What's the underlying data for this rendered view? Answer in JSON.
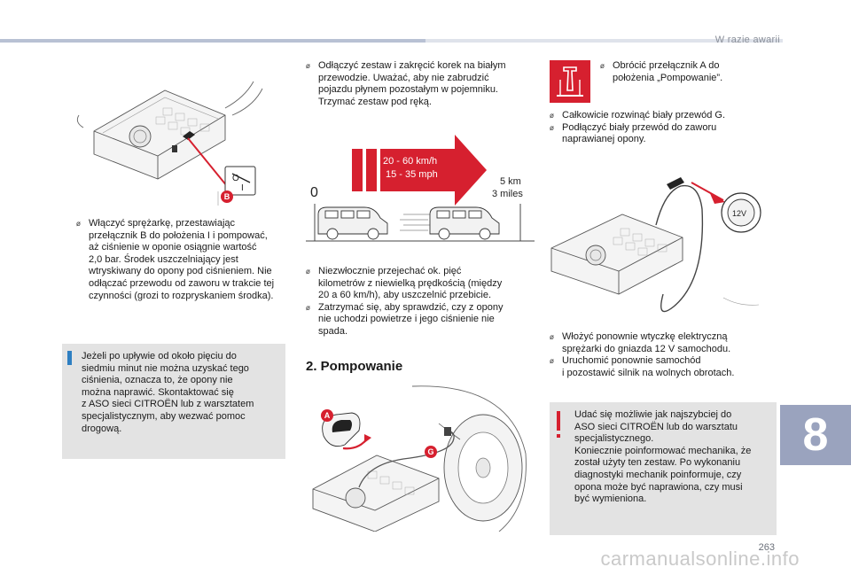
{
  "header": {
    "title": "W razie awarii"
  },
  "chapter": {
    "number": "8"
  },
  "page": {
    "number": "263"
  },
  "watermark": {
    "text": "carmanualsonline.info"
  },
  "col1": {
    "step_compressor": [
      "Włączyć sprężarkę, przestawiając",
      "przełącznik B do położenia I i pompować,",
      "aż ciśnienie w oponie osiągnie wartość",
      "2,0 bar. Środek uszczelniający jest",
      "wtryskiwany do opony pod ciśnieniem. Nie",
      "odłączać przewodu od zaworu w trakcie tej",
      "czynności (grozi to rozpryskaniem środka)."
    ],
    "info_note": [
      "Jeżeli po upływie od około pięciu do",
      "siedmiu minut nie można uzyskać tego",
      "ciśnienia, oznacza to, że opony nie",
      "można naprawić. Skontaktować się",
      "z ASO sieci CITROËN lub z warsztatem",
      "specjalistycznym, aby wezwać pomoc",
      "drogową."
    ],
    "callout_B": "B"
  },
  "col2": {
    "step_disconnect": [
      "Odłączyć zestaw i zakręcić korek na białym",
      "przewodzie. Uważać, aby nie zabrudzić",
      "pojazdu płynem pozostałym w pojemniku.",
      "Trzymać zestaw pod ręką."
    ],
    "speed_kmh": "20 - 60 km/h",
    "speed_mph": "15 - 35 mph",
    "zero": "0",
    "dist_km": "5 km",
    "dist_miles": "3 miles",
    "step_drive": [
      "Niezwłocznie przejechać ok. pięć",
      "kilometrów z niewielką prędkością (między",
      "20 a 60 km/h), aby uszczelnić przebicie."
    ],
    "step_stop": [
      "Zatrzymać się, aby sprawdzić, czy z opony",
      "nie uchodzi powietrze i jego ciśnienie nie",
      "spada."
    ],
    "section_title": "2. Pompowanie",
    "callout_A": "A",
    "callout_G": "G"
  },
  "col3": {
    "step_rotate": [
      "Obrócić przełącznik A do",
      "położenia „Pompowanie”."
    ],
    "step_unroll": [
      "Całkowicie rozwinąć biały przewód G."
    ],
    "step_connect": [
      "Podłączyć biały przewód do zaworu",
      "naprawianej opony."
    ],
    "socket_label": "12V",
    "step_plug": [
      "Włożyć ponownie wtyczkę elektryczną",
      "sprężarki do gniazda 12 V samochodu."
    ],
    "step_restart": [
      "Uruchomić ponownie samochód",
      "i pozostawić silnik na wolnych obrotach."
    ],
    "warning_note": [
      "Udać się możliwie jak najszybciej do",
      "ASO sieci CITROËN lub do warsztatu",
      "specjalistycznego.",
      "Koniecznie poinformować mechanika, że",
      "został użyty ten zestaw. Po wykonaniu",
      "diagnostyki mechanik poinformuje, czy",
      "opona może być naprawiona, czy musi",
      "być wymieniona."
    ]
  },
  "colors": {
    "accent_red": "#d6202f",
    "info_blue": "#2e7fc2",
    "chapter_tab": "#9aa3be",
    "note_bg": "#e3e3e3"
  }
}
